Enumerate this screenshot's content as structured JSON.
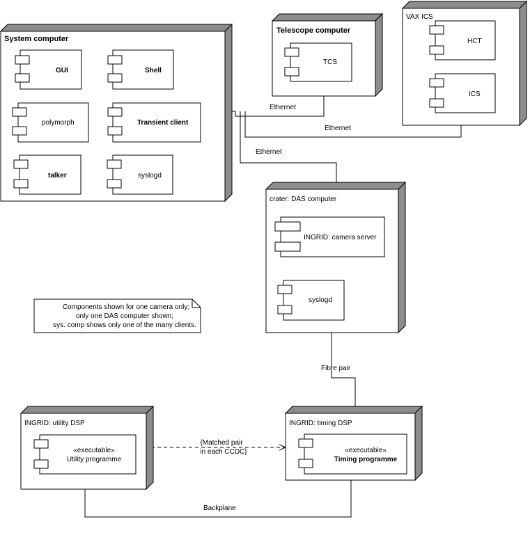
{
  "nodes": {
    "system": {
      "title": "System computer"
    },
    "telescope": {
      "title": "Telescope computer"
    },
    "vax": {
      "title": "VAX ICS"
    },
    "das": {
      "title": "crater: DAS computer"
    },
    "utility_dsp": {
      "title": "INGRID: utility DSP"
    },
    "timing_dsp": {
      "title": "INGRID: timing DSP"
    }
  },
  "components": {
    "gui": "GUI",
    "shell": "Shell",
    "polymorph": "polymorph",
    "transient_client": "Transient client",
    "talker": "talker",
    "syslogd_sys": "syslogd",
    "tcs": "TCS",
    "hct": "HCT",
    "ics": "ICS",
    "camera_server": "INGRID: camera server",
    "syslogd_das": "syslogd",
    "utility_stereotype": "«executable»",
    "utility_programme": "Utility programme",
    "timing_stereotype": "«executable»",
    "timing_programme": "Timing programme"
  },
  "links": {
    "ethernet_telescope": "Ethernet",
    "ethernet_vax": "Ethernet",
    "ethernet_das": "Ethernet",
    "fibre_pair": "Fibre pair",
    "backplane": "Backplane",
    "matched_line1": "{Matched pair",
    "matched_line2": "in each CCDC}"
  },
  "note": {
    "line1": "Components shown for one camera only;",
    "line2": "only one DAS computer shown;",
    "line3": "sys. comp shows only one of the many clients."
  }
}
